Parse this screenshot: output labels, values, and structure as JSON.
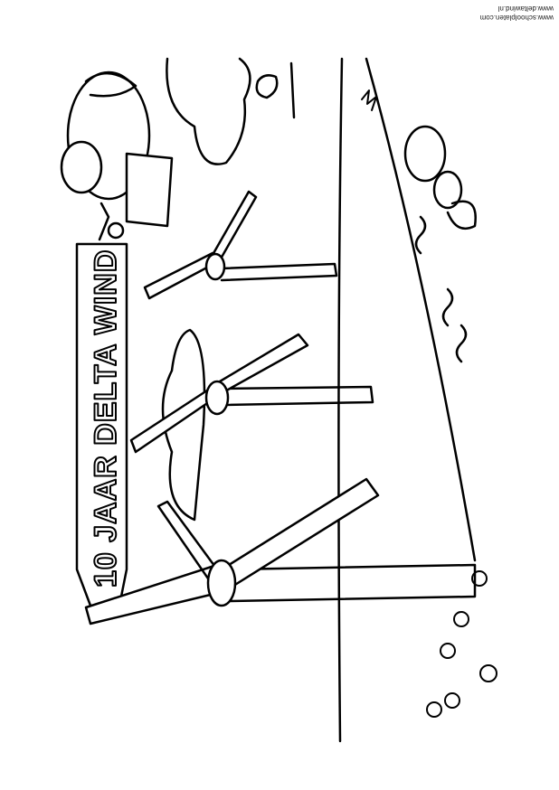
{
  "credits": {
    "line1": "www.schoolplaten.com",
    "line2": "www.deltawind.nl"
  },
  "banner": {
    "text": "10 JAAR DELTA WIND"
  },
  "colors": {
    "ink": "#000000",
    "paper": "#ffffff"
  }
}
